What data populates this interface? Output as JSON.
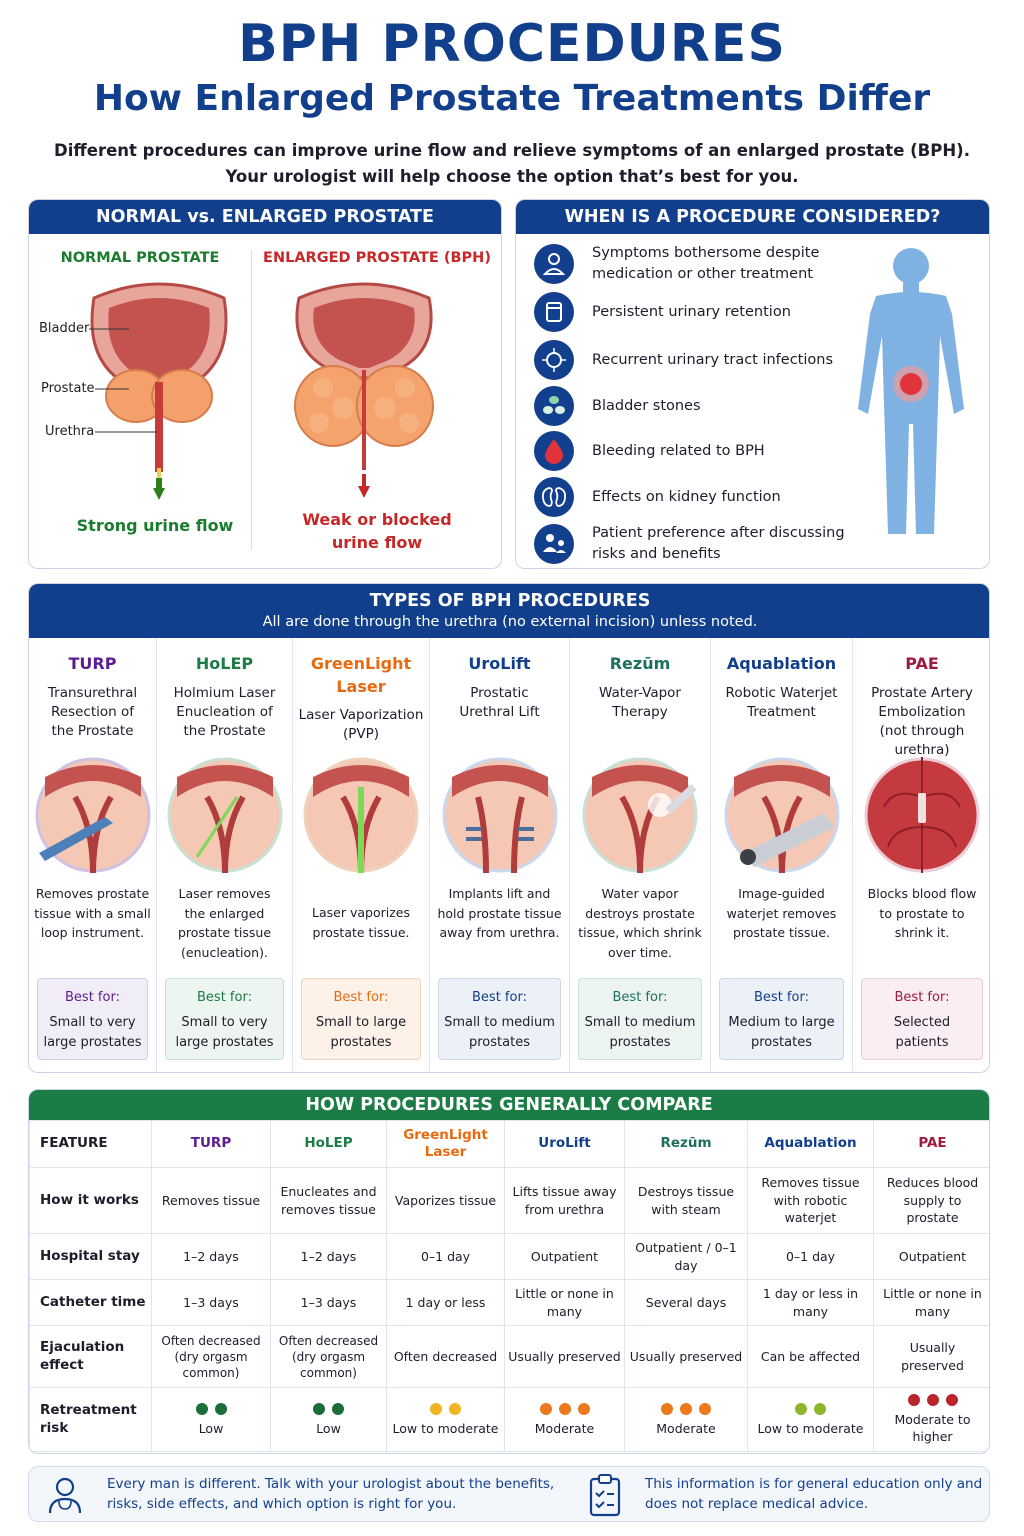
{
  "header": {
    "title": "BPH PROCEDURES",
    "subtitle": "How Enlarged Prostate Treatments Differ",
    "intro_line1": "Different procedures can improve urine flow and relieve symptoms of an enlarged prostate (BPH).",
    "intro_line2": "Your urologist will help choose the option that’s best for you."
  },
  "compare_panel": {
    "title": "NORMAL vs. ENLARGED PROSTATE",
    "normal_title": "NORMAL PROSTATE",
    "enlarged_title": "ENLARGED PROSTATE (BPH)",
    "label_bladder": "Bladder",
    "label_prostate": "Prostate",
    "label_urethra": "Urethra",
    "normal_flow": "Strong urine flow",
    "enlarged_flow_1": "Weak or blocked",
    "enlarged_flow_2": "urine flow",
    "colors": {
      "normal": "#1b7c2e",
      "enlarged": "#c62828"
    }
  },
  "when_panel": {
    "title": "WHEN IS A PROCEDURE CONSIDERED?",
    "items": [
      {
        "icon": "person-icon",
        "text": "Symptoms bothersome despite medication or other treatment"
      },
      {
        "icon": "toilet-icon",
        "text": "Persistent urinary retention"
      },
      {
        "icon": "bacteria-icon",
        "text": "Recurrent urinary tract infections"
      },
      {
        "icon": "stones-icon",
        "text": "Bladder stones"
      },
      {
        "icon": "blood-drop-icon",
        "text": "Bleeding related to BPH"
      },
      {
        "icon": "kidney-icon",
        "text": "Effects on kidney function"
      },
      {
        "icon": "doctor-patient-icon",
        "text": "Patient preference after discussing risks and benefits"
      }
    ]
  },
  "types_panel": {
    "title": "TYPES OF BPH PROCEDURES",
    "subtitle": "All are done through the urethra (no external incision) unless noted.",
    "best_label": "Best for:",
    "procedures": [
      {
        "name": "TURP",
        "full": [
          "Transurethral",
          "Resection of",
          "the Prostate"
        ],
        "desc": [
          "Removes prostate",
          "tissue with a small",
          "loop instrument."
        ],
        "best": [
          "Small to very",
          "large prostates"
        ],
        "color": "#5b1d8f",
        "box": "#f1edf7",
        "boxline": "#d7cde6"
      },
      {
        "name": "HoLEP",
        "full": [
          "Holmium Laser",
          "Enucleation of",
          "the Prostate"
        ],
        "desc": [
          "Laser removes",
          "the enlarged",
          "prostate tissue",
          "(enucleation)."
        ],
        "best": [
          "Small to very",
          "large prostates"
        ],
        "color": "#1b7c45",
        "box": "#ecf5ef",
        "boxline": "#c9e1d0"
      },
      {
        "name_lines": [
          "GreenLight",
          "Laser"
        ],
        "full": [
          "Laser Vaporization",
          "(PVP)"
        ],
        "desc": [
          "Laser vaporizes",
          "prostate tissue."
        ],
        "best": [
          "Small to large",
          "prostates"
        ],
        "color": "#e86a10",
        "box": "#fdf1e8",
        "boxline": "#f0d3bd"
      },
      {
        "name": "UroLift",
        "full": [
          "Prostatic",
          "Urethral Lift"
        ],
        "desc": [
          "Implants lift and",
          "hold prostate tissue",
          "away from urethra."
        ],
        "best": [
          "Small to medium",
          "prostates"
        ],
        "color": "#123f8c",
        "box": "#ecf1f8",
        "boxline": "#cbd7ea"
      },
      {
        "name": "Rezūm",
        "full": [
          "Water-Vapor",
          "Therapy"
        ],
        "desc": [
          "Water vapor",
          "destroys prostate",
          "tissue, which shrink",
          "over time."
        ],
        "best": [
          "Small to medium",
          "prostates"
        ],
        "color": "#1d6f5e",
        "box": "#ebf4f1",
        "boxline": "#c8e0d7"
      },
      {
        "name": "Aquablation",
        "full": [
          "Robotic Waterjet",
          "Treatment"
        ],
        "desc": [
          "Image-guided",
          "waterjet removes",
          "prostate tissue."
        ],
        "best": [
          "Medium to large",
          "prostates"
        ],
        "color": "#123f8c",
        "box": "#ecf1f8",
        "boxline": "#cbd7ea"
      },
      {
        "name": "PAE",
        "full": [
          "Prostate Artery",
          "Embolization",
          "(not through",
          "urethra)"
        ],
        "desc": [
          "Blocks blood flow",
          "to prostate to",
          "shrink it."
        ],
        "best": [
          "Selected",
          "patients"
        ],
        "color": "#9c1b3e",
        "box": "#fbeef2",
        "boxline": "#ecccd6"
      }
    ]
  },
  "table_panel": {
    "title": "HOW PROCEDURES GENERALLY COMPARE",
    "feature_header": "FEATURE",
    "columns": [
      {
        "label": "TURP",
        "color": "#5b1d8f"
      },
      {
        "label": "HoLEP",
        "color": "#1b7c45"
      },
      {
        "label": "GreenLight Laser",
        "color": "#e86a10"
      },
      {
        "label": "UroLift",
        "color": "#123f8c"
      },
      {
        "label": "Rezūm",
        "color": "#1d6f5e"
      },
      {
        "label": "Aquablation",
        "color": "#123f8c"
      },
      {
        "label": "PAE",
        "color": "#9c1b3e"
      }
    ],
    "rows": [
      {
        "feature": "How it works",
        "cells": [
          "Removes tissue",
          "Enucleates and removes tissue",
          "Vaporizes tissue",
          "Lifts tissue away from urethra",
          "Destroys tissue with steam",
          "Removes tissue with robotic waterjet",
          "Reduces blood supply to prostate"
        ]
      },
      {
        "feature": "Hospital stay",
        "cells": [
          "1–2 days",
          "1–2 days",
          "0–1 day",
          "Outpatient",
          "Outpatient / 0–1 day",
          "0–1 day",
          "Outpatient"
        ]
      },
      {
        "feature": "Catheter time",
        "cells": [
          "1–3 days",
          "1–3 days",
          "1 day or less",
          "Little or none in many",
          "Several days",
          "1 day or less in many",
          "Little or none in many"
        ]
      },
      {
        "feature": "Ejaculation effect",
        "cells": [
          "Often decreased (dry orgasm common)",
          "Often decreased (dry orgasm common)",
          "Often decreased",
          "Usually preserved",
          "Usually preserved",
          "Can be affected",
          "Usually preserved"
        ]
      }
    ],
    "retreatment": {
      "feature": "Retreatment risk",
      "cells": [
        {
          "dots": 2,
          "color": "#1b6e3a",
          "label": "Low"
        },
        {
          "dots": 2,
          "color": "#1b6e3a",
          "label": "Low"
        },
        {
          "dots": 2,
          "color": "#f1b422",
          "label": "Low to moderate"
        },
        {
          "dots": 3,
          "color": "#ec7a1c",
          "label": "Moderate"
        },
        {
          "dots": 3,
          "color": "#ec7a1c",
          "label": "Moderate"
        },
        {
          "dots": 2,
          "color": "#8db62b",
          "label": "Low to moderate"
        },
        {
          "dots": 3,
          "color": "#b8262b",
          "label": "Moderate to higher"
        }
      ]
    }
  },
  "footer": {
    "left_line1": "Every man is different. Talk with your urologist about the benefits,",
    "left_line2": "risks, side effects, and which option is right for you.",
    "right_line1": "This information is for general education only and",
    "right_line2": "does not replace medical advice."
  }
}
